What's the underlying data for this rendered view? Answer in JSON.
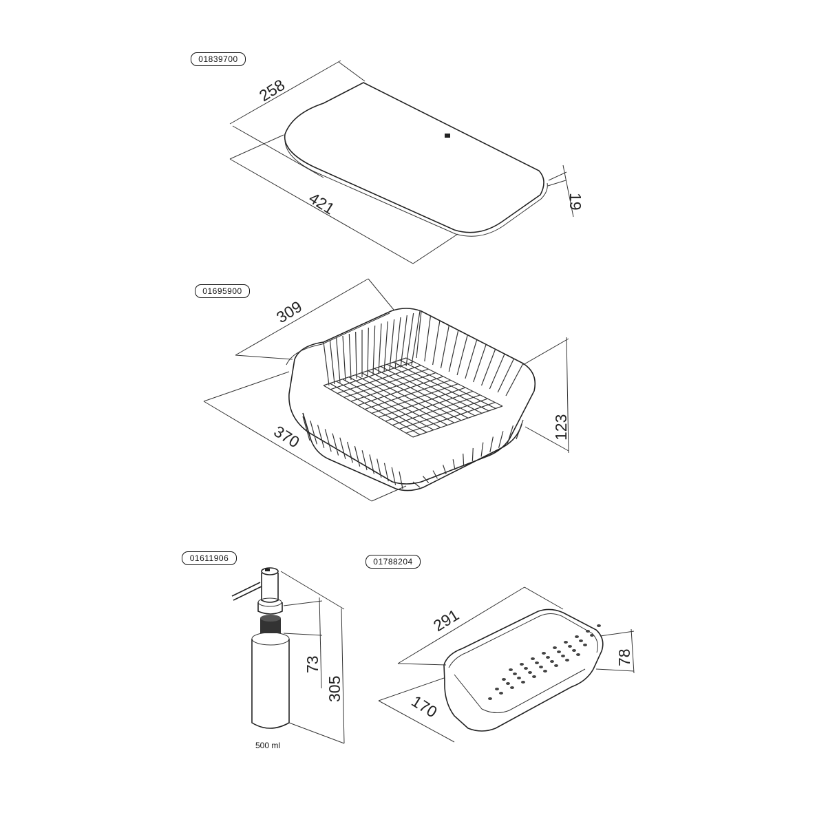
{
  "products": [
    {
      "code": "01839700",
      "name": "cutting-board",
      "dims": [
        "258",
        "421",
        "19"
      ]
    },
    {
      "code": "01695900",
      "name": "wire-basket",
      "dims": [
        "309",
        "370",
        "123"
      ]
    },
    {
      "code": "01611906",
      "name": "soap-dispenser",
      "dims": [
        "73",
        "305"
      ],
      "capacity": "500 ml"
    },
    {
      "code": "01788204",
      "name": "colander-bowl",
      "dims": [
        "291",
        "170",
        "78"
      ]
    }
  ]
}
